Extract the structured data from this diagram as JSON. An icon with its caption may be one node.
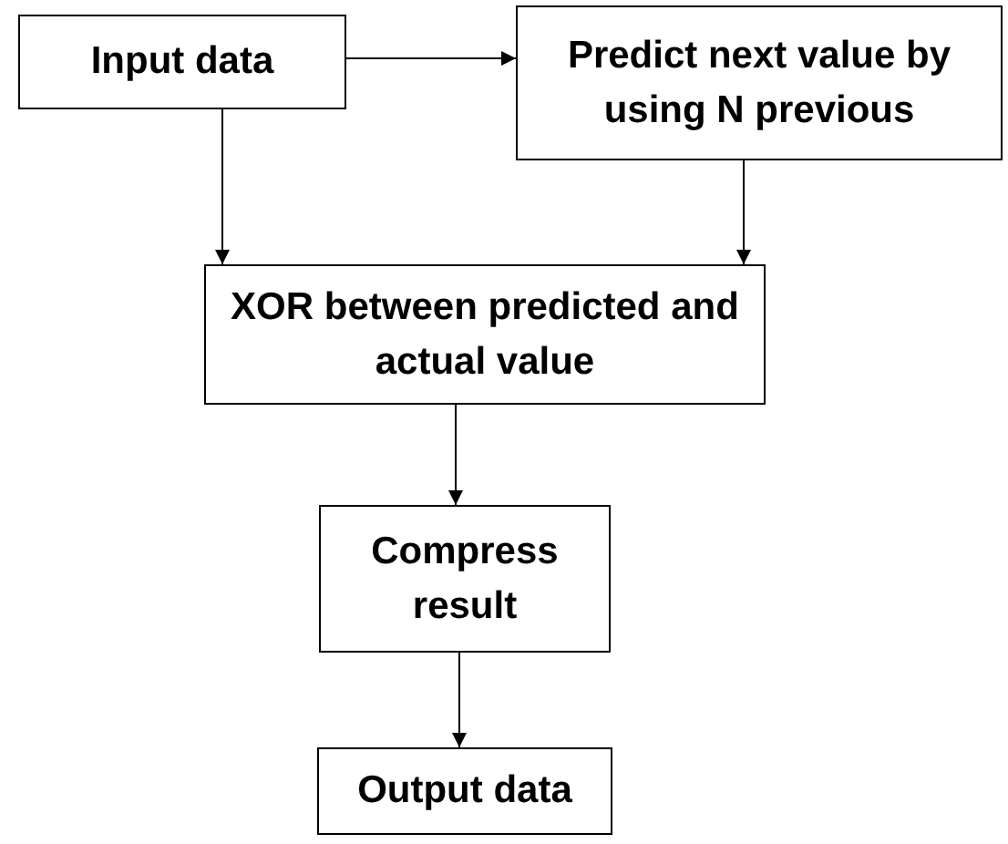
{
  "diagram": {
    "nodes": [
      {
        "text": [
          "Input data"
        ]
      },
      {
        "text": [
          "Predict next value by using N previous"
        ]
      },
      {
        "text": [
          "XOR between predicted and actual value"
        ]
      },
      {
        "text": [
          "Compress result"
        ]
      },
      {
        "text": [
          "Output data"
        ]
      }
    ],
    "edges": [
      {
        "from": 0,
        "to": 1,
        "arrow": "to"
      },
      {
        "from": 0,
        "to": 2,
        "arrow": "to"
      },
      {
        "from": 1,
        "to": 2,
        "arrow": "to"
      },
      {
        "from": 2,
        "to": 3,
        "arrow": "to"
      },
      {
        "from": 3,
        "to": 4,
        "arrow": "to"
      }
    ]
  }
}
